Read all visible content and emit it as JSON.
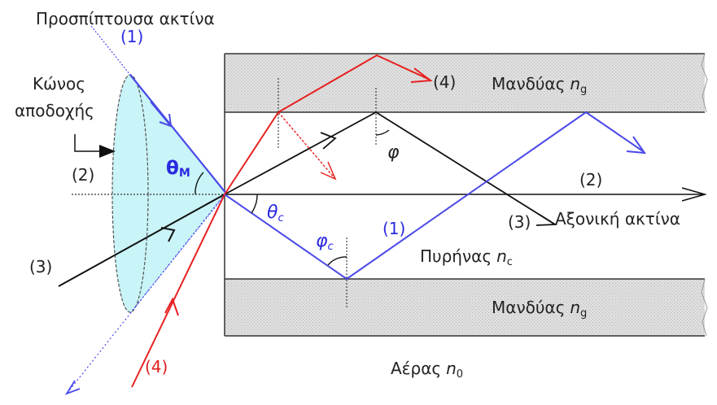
{
  "labels": {
    "incident_ray": "Προσπίπτουσα ακτίνα",
    "acceptance_cone_line1": "Κώνος",
    "acceptance_cone_line2": "αποδοχής",
    "theta_m": "θ",
    "theta_m_sub": "M",
    "cladding_top": "Μανδύας",
    "cladding_bottom": "Μανδύας",
    "n_g_symbol": "n",
    "n_g_sub": "g",
    "core": "Πυρήνας",
    "n_c_symbol": "n",
    "n_c_sub": "c",
    "axial_ray": "Αξονική ακτίνα",
    "air": "Αέρας",
    "n_0_symbol": "n",
    "n_0_sub": "0",
    "theta_c": "θ",
    "theta_c_sub": "c",
    "phi_c": "φ",
    "phi_c_sub": "c",
    "phi": "φ",
    "ray_1_left": "(1)",
    "ray_1_core": "(1)",
    "ray_2_left": "(2)",
    "ray_2_right": "(2)",
    "ray_3_left": "(3)",
    "ray_3_right": "(3)",
    "ray_4_bottom": "(4)",
    "ray_4_top": "(4)"
  },
  "colors": {
    "cone_fill": "#c9f4f8",
    "cladding_fill": "#dcdcdc",
    "blue_ray": "#4a4ae8",
    "red_ray": "#e82020",
    "black_ray": "#111111",
    "label_blue": "#2a2ae0",
    "label_red": "#e02020"
  }
}
